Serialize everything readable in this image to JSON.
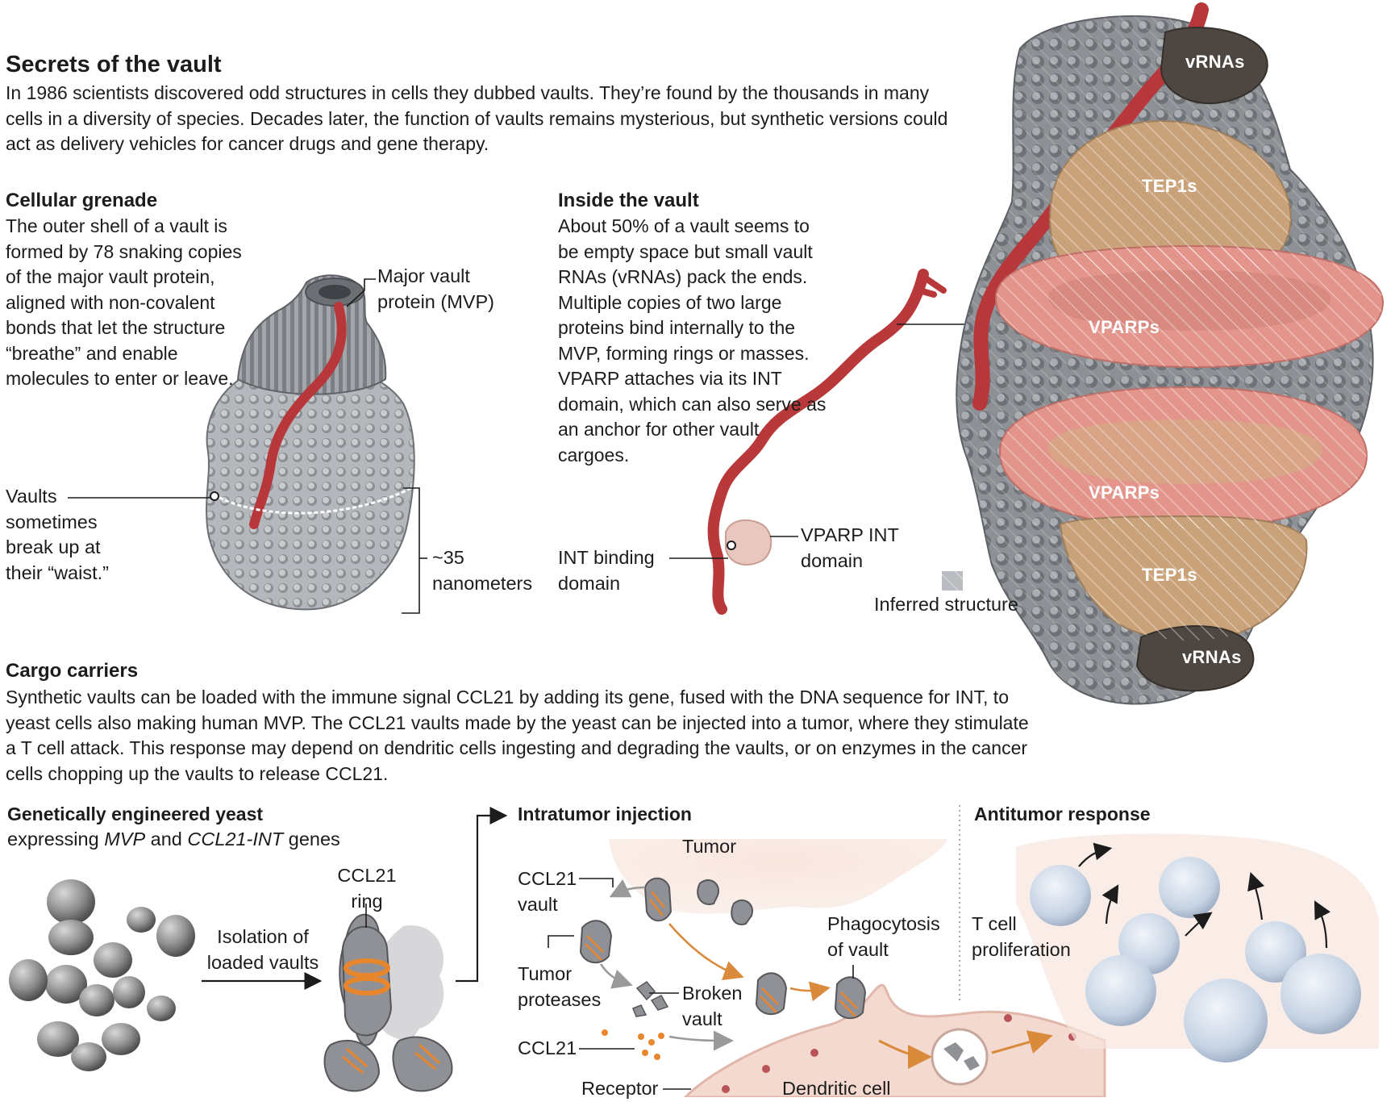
{
  "header": {
    "title": "Secrets of the vault",
    "intro": "In 1986 scientists discovered odd structures in cells they dubbed vaults. They’re found by the thousands in many cells in a diversity of species. Decades later, the function of vaults remains mysterious, but synthetic versions could act as delivery vehicles for cancer drugs and gene therapy."
  },
  "grenade": {
    "heading": "Cellular grenade",
    "text": "The outer shell of a vault is formed by 78 snaking copies of the major vault protein, aligned with non-covalent bonds that let the structure “breathe” and enable molecules to enter or leave.",
    "label_mvp": "Major vault protein (MVP)",
    "label_waist": "Vaults sometimes break up at their “waist.”",
    "label_size": "~35 nanometers"
  },
  "inside": {
    "heading": "Inside the vault",
    "text": "About 50% of a vault seems to be empty space but small vault RNAs (vRNAs) pack the ends. Multiple copies of two large proteins bind internally to the MVP, forming rings or masses. VPARP attaches via its INT domain, which can also serve as an anchor for other vault cargoes.",
    "label_int_binding": "INT  binding domain",
    "label_vparp_int": "VPARP INT domain",
    "legend_inferred": "Inferred structure"
  },
  "vault_labels": {
    "vrnas_top": "vRNAs",
    "tep1s_top": "TEP1s",
    "vparps_top": "VPARPs",
    "vparps_bottom": "VPARPs",
    "tep1s_bottom": "TEP1s",
    "vrnas_bottom": "vRNAs"
  },
  "cargo": {
    "heading": "Cargo carriers",
    "text": "Synthetic vaults can be loaded with the immune signal CCL21 by adding its gene, fused with the DNA sequence for INT, to yeast cells also making human MVP. The CCL21 vaults made by the yeast can be injected into a tumor, where they stimulate a T cell attack. This response may depend on dendritic cells ingesting and degrading the vaults, or on enzymes in the cancer cells chopping up the vaults to release CCL21."
  },
  "steps": {
    "yeast_heading": "Genetically engineered yeast",
    "yeast_sub_1": "expressing ",
    "yeast_sub_mvp": "MVP",
    "yeast_sub_2": " and ",
    "yeast_sub_ccl": "CCL21-INT",
    "yeast_sub_3": " genes",
    "ccl21_ring": "CCL21 ring",
    "isolation": "Isolation of loaded vaults",
    "injection_heading": "Intratumor injection",
    "tumor": "Tumor",
    "ccl21_vault": "CCL21 vault",
    "tumor_proteases": "Tumor proteases",
    "broken_vault": "Broken vault",
    "ccl21": "CCL21",
    "receptor": "Receptor",
    "phagocytosis": "Phagocytosis of vault",
    "dendritic_cell": "Dendritic cell",
    "antitumor_heading": "Antitumor response",
    "t_cell_prolif": "T cell proliferation"
  },
  "colors": {
    "mvp_red": "#b7373a",
    "tep1s": "#c9a27a",
    "vparps": "#e3958c",
    "vrnas": "#4e4640",
    "shell_gray": "#a9acb0",
    "ring_orange": "#e8862e",
    "tcell_blue": "#c9d6e6"
  }
}
